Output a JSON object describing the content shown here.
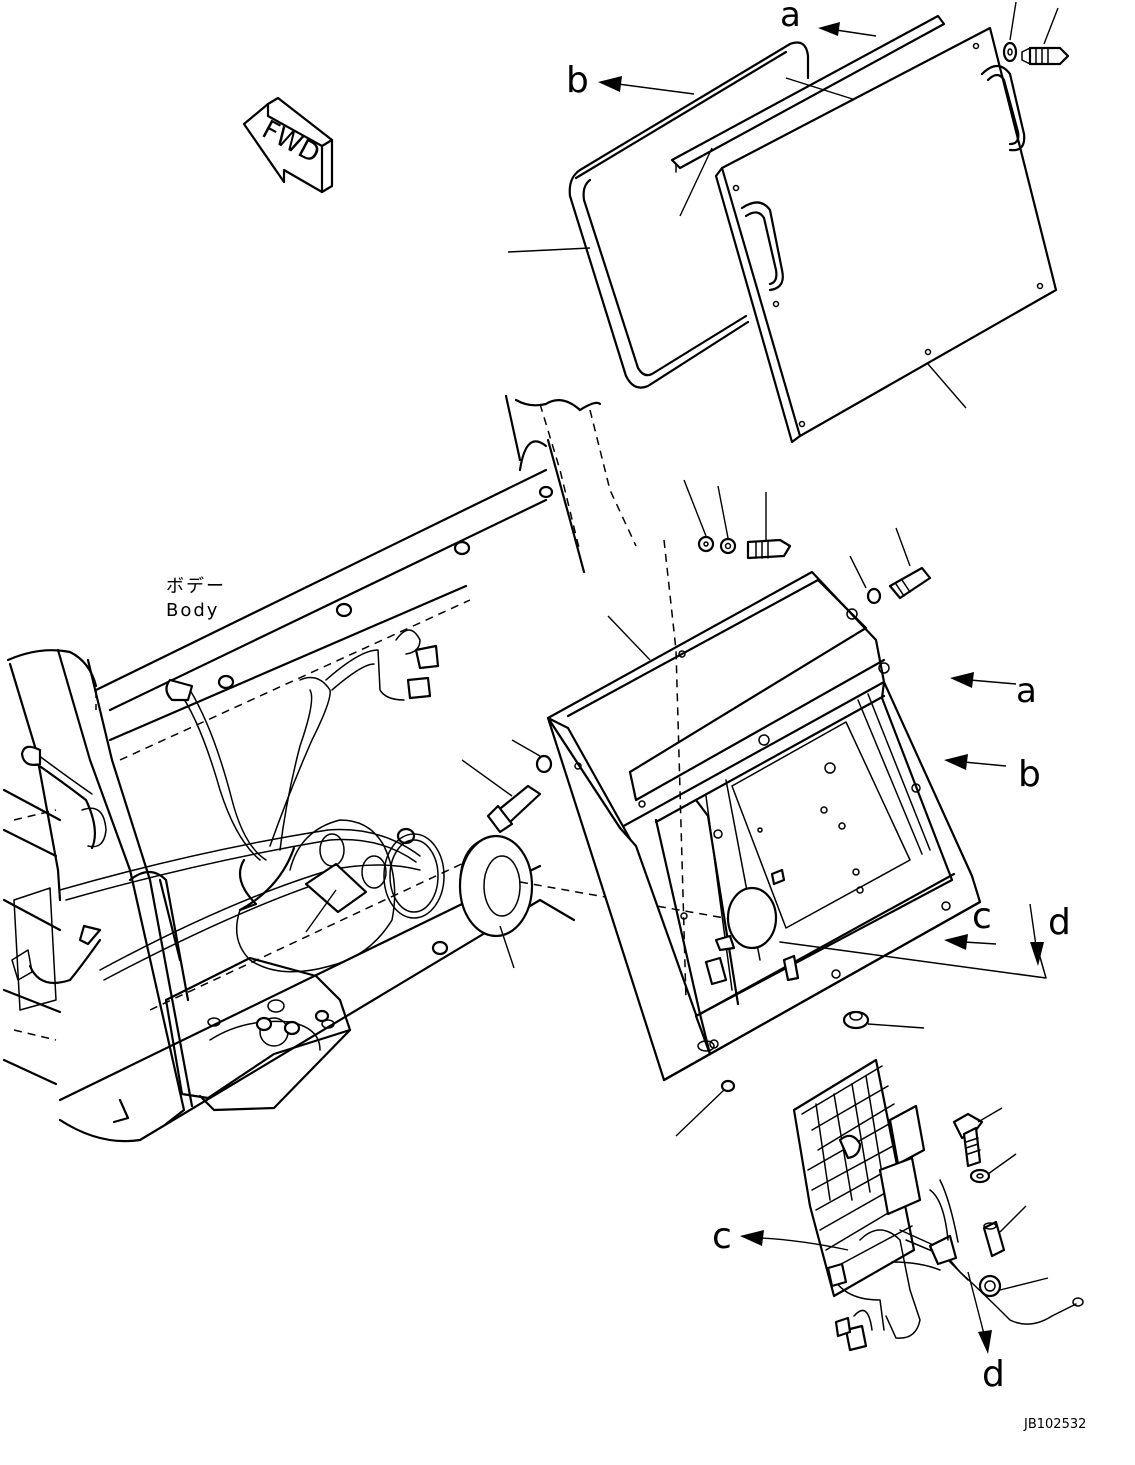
{
  "diagram": {
    "drawing_code": "JB102532",
    "fwd_label": "FWD",
    "body_label_jp": "ボデー",
    "body_label_en": "Body",
    "callouts": {
      "a_top": "a",
      "b_top": "b",
      "a_right": "a",
      "b_right": "b",
      "c_right": "c",
      "d_right": "d",
      "c_bottom": "c",
      "d_bottom": "d"
    }
  }
}
